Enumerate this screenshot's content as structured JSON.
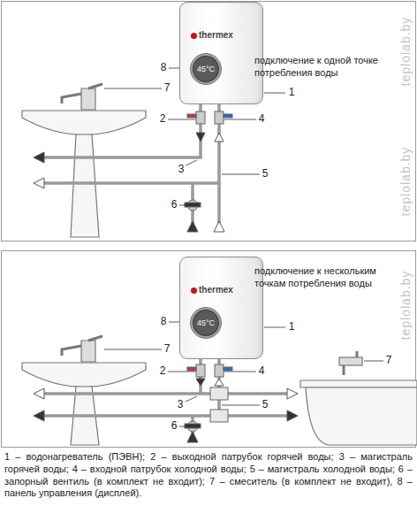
{
  "diagram": {
    "caption": "1 – водонагреватель (ПЭВН); 2 – выходной патрубок горячей воды; 3 – магистраль горячей воды; 4 – входной патрубок холодной воды; 5 – магистраль холодной воды; 6 – запорный вентиль (в комплект не входит); 7 – смеситель (в комплект не входит), 8 – панель управления (дисплей).",
    "nodes": [
      {
        "text": [
          "thermex"
        ]
      },
      {
        "text": [
          "45°C"
        ],
        "in": 0
      },
      {
        "text": [
          "thermex"
        ]
      },
      {
        "text": [
          "45°C"
        ],
        "in": 2
      }
    ],
    "labels": [
      "8",
      "1",
      "2",
      "4",
      "7",
      "3",
      "5",
      "6",
      "подключение к одной точке потребления воды",
      "8",
      "1",
      "2",
      "4",
      "7",
      "7",
      "3",
      "5",
      "6",
      "подключение к нескольким точкам потребления воды",
      "teplolab.by",
      "teplolab.by",
      "teplolab.by"
    ]
  }
}
